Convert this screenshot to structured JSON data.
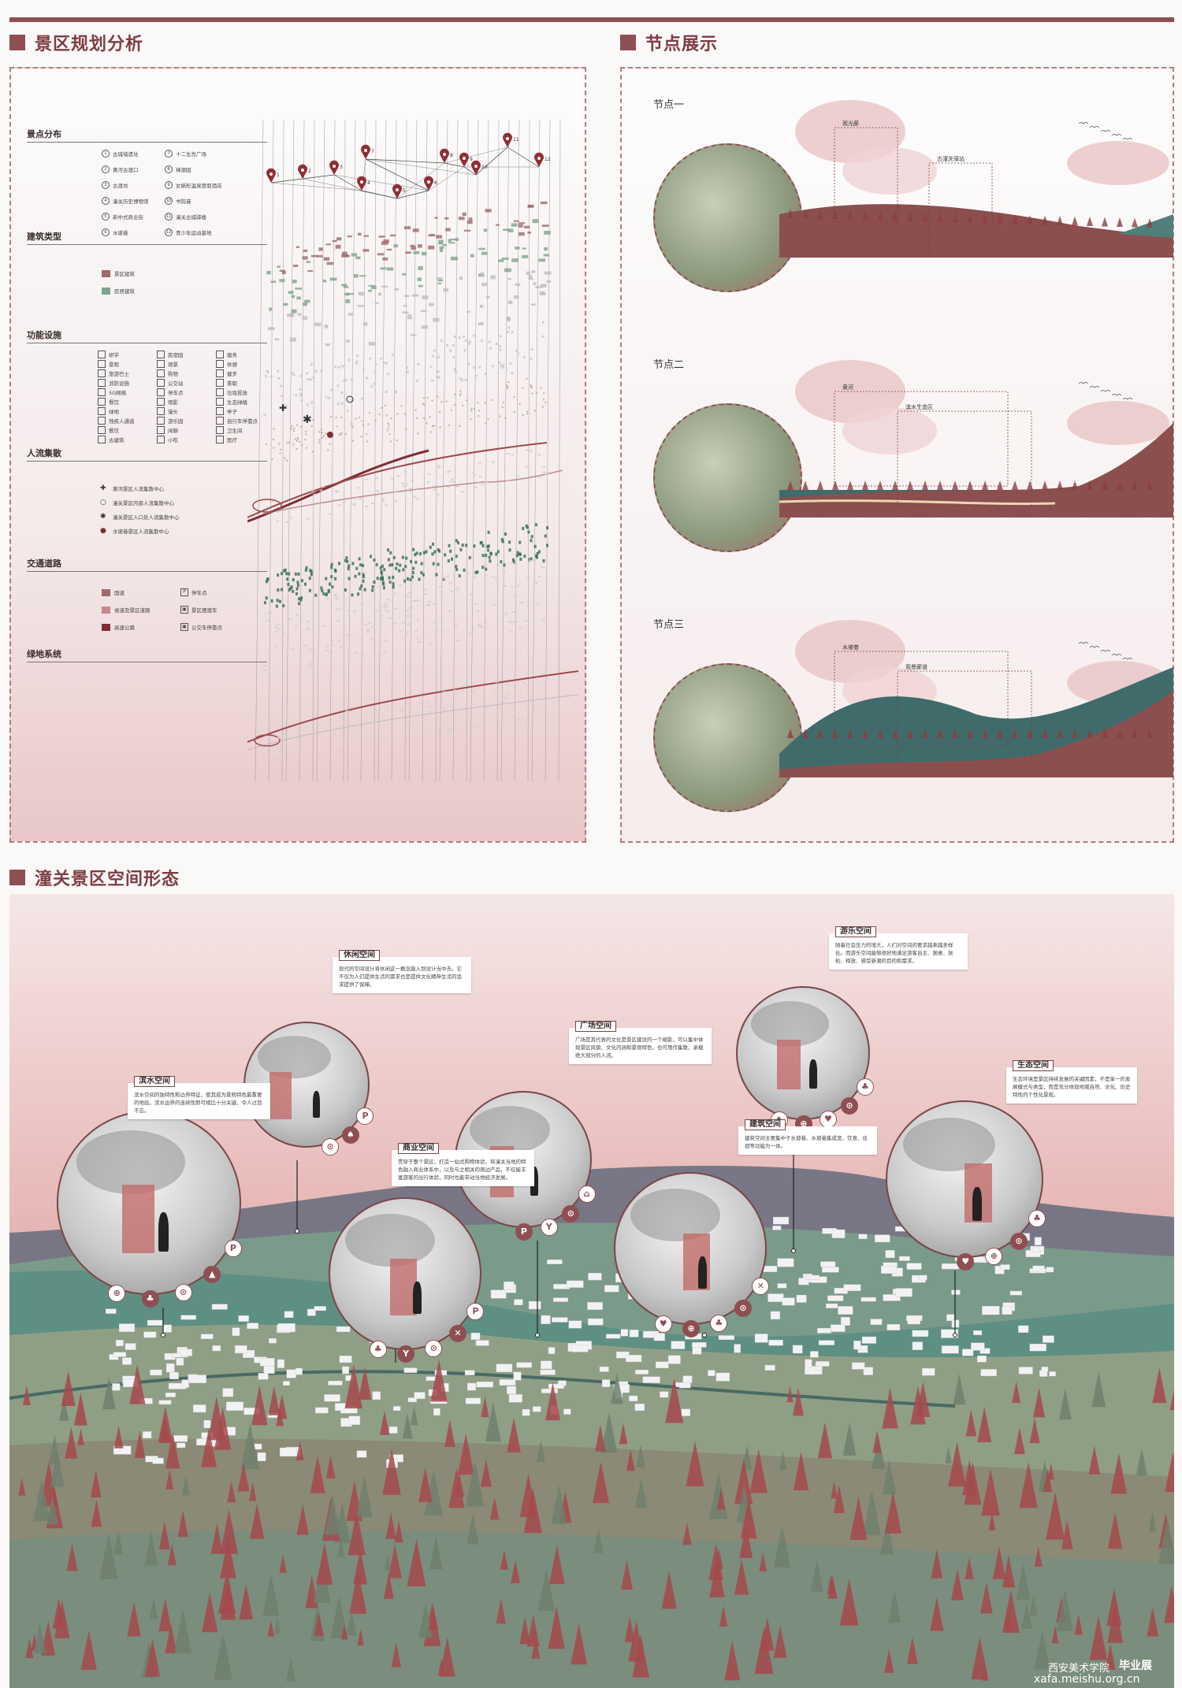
{
  "titles": {
    "plan": "景区规划分析",
    "nodes": "节点展示",
    "space": "潼关景区空间形态"
  },
  "plan": {
    "categories": [
      "景点分布",
      "建筑类型",
      "功能设施",
      "人流集散",
      "交通道路",
      "绿地系统"
    ],
    "markers": [
      "1",
      "2",
      "3",
      "4",
      "5",
      "6",
      "7",
      "8",
      "9",
      "10",
      "11",
      "12"
    ],
    "spots_left": [
      "古城墙遗址",
      "黄河古渡口",
      "古渡坊",
      "潼关历史博物馆",
      "新中式商业街",
      "水坡巷"
    ],
    "spots_right": [
      "十二生肖广场",
      "禅源园",
      "女娲形温泉度假酒店",
      "书院巷",
      "潼关古城驿楼",
      "青少年运动基地"
    ],
    "buildings": [
      {
        "label": "景区建筑",
        "color": "#9e6a6c"
      },
      {
        "label": "民居建筑",
        "color": "#7fa392"
      }
    ],
    "facilities": [
      "研学",
      "景观",
      "旅游巴士",
      "消防设施",
      "5G网络",
      "餐饮",
      "绿地",
      "残疾人通道",
      "餐饮",
      "古建筑",
      "民宿园",
      "观景",
      "购物",
      "公交站",
      "停车点",
      "观影",
      "馒头",
      "游乐园",
      "闲聊",
      "小吃",
      "服务",
      "休憩",
      "健步",
      "茶歇",
      "垃圾投放",
      "生态绿植",
      "亭子",
      "自行车停靠点",
      "卫生间",
      "医疗"
    ],
    "crowd": [
      "黄河景区人流集散中心",
      "潼关景区内部人流集散中心",
      "潼关景区入口处人流集散中心",
      "水坡巷景区人流集散中心"
    ],
    "traffic_left": [
      {
        "label": "国道",
        "color": "#9e6a6c"
      },
      {
        "label": "省道及景区道路",
        "color": "#c4898a"
      },
      {
        "label": "高速公路",
        "color": "#7e2e33"
      }
    ],
    "traffic_right": [
      "停车点",
      "景区摆渡车",
      "公交车停靠点"
    ]
  },
  "nodes": [
    {
      "label": "节点一",
      "tags": [
        "观光廊",
        "古潼关驿站"
      ]
    },
    {
      "label": "节点二",
      "tags": [
        "黄河",
        "滨水生态区"
      ]
    },
    {
      "label": "节点三",
      "tags": [
        "水坡巷",
        "观景廊道"
      ]
    }
  ],
  "spaces": [
    {
      "title": "休闲空间",
      "text": "现代的空间设计将休闲这一概念融入到设计当中去。它不仅为人们提供生活的需求也是提供文化精神生活的追求提供了保障。"
    },
    {
      "title": "广场空间",
      "text": "广场是其代表的文化是景区建设的一个缩影，可以集中体现景区风貌、文化内涵和景观特色，也可用作集散，承载绝大部分的人流。"
    },
    {
      "title": "游乐空间",
      "text": "随着社会压力的增大，人们对空间的要求越来越多样化。而游乐空间能够很好地满足游客自主、随意、放松、释放、感受新潮的目的和需求。"
    },
    {
      "title": "滨水空间",
      "text": "滨水空间的独特性和边界特征，使其成为景观特色最重要的地段。滨水边界的连续性即可相比十分关键，令人过目不忘。"
    },
    {
      "title": "商业空间",
      "text": "贯穿于整个景区，打造一站式购物体验，将潼关当地的特色融入商业体系中，以及与之相关的周边产品，不仅能丰富游客的出行体验，同时也能带动当地经济发展。"
    },
    {
      "title": "建筑空间",
      "text": "建筑空间主要集中于水坡巷、水坡巷集成宽、饮食、住宿等功能为一体。"
    },
    {
      "title": "生态空间",
      "text": "生态环境是景区持续发展的关键因素，不是单一的发展模式与类型，而是充分体现地域自然、文化、历史特性的个性化景观。"
    }
  ],
  "footer": {
    "school": "西安美术学院",
    "badge": "毕业展",
    "url": "xafa.meishu.org.cn"
  }
}
